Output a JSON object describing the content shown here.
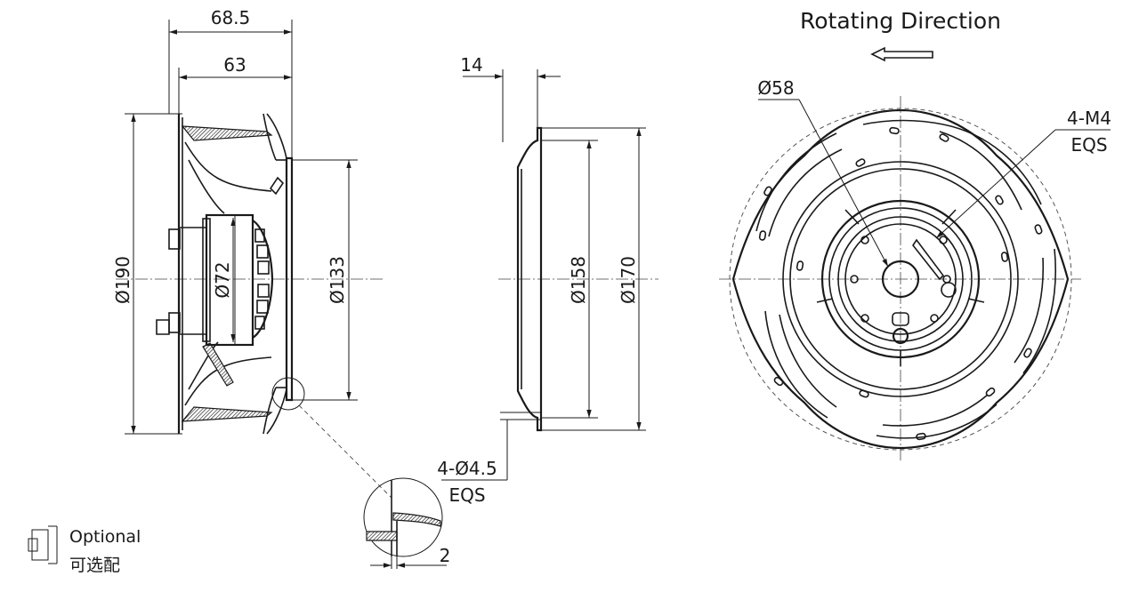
{
  "side_view": {
    "dim_overall_depth": "68.5",
    "dim_impeller_depth": "63",
    "dim_diameter_outer": "Ø190",
    "dim_diameter_motor": "Ø72",
    "dim_diameter_inlet": "Ø133"
  },
  "ring_view": {
    "dim_ring_depth": "14",
    "dim_diameter_inner": "Ø158",
    "dim_diameter_outer": "Ø170",
    "hole_spec": "4-Ø4.5",
    "hole_note": "EQS"
  },
  "detail": {
    "dim_gap": "2"
  },
  "front_view": {
    "rotation_label": "Rotating Direction",
    "dim_hub": "Ø58",
    "thread_spec": "4-M4",
    "thread_note": "EQS"
  },
  "legend": {
    "optional_en": "Optional",
    "optional_zh": "可选配"
  }
}
